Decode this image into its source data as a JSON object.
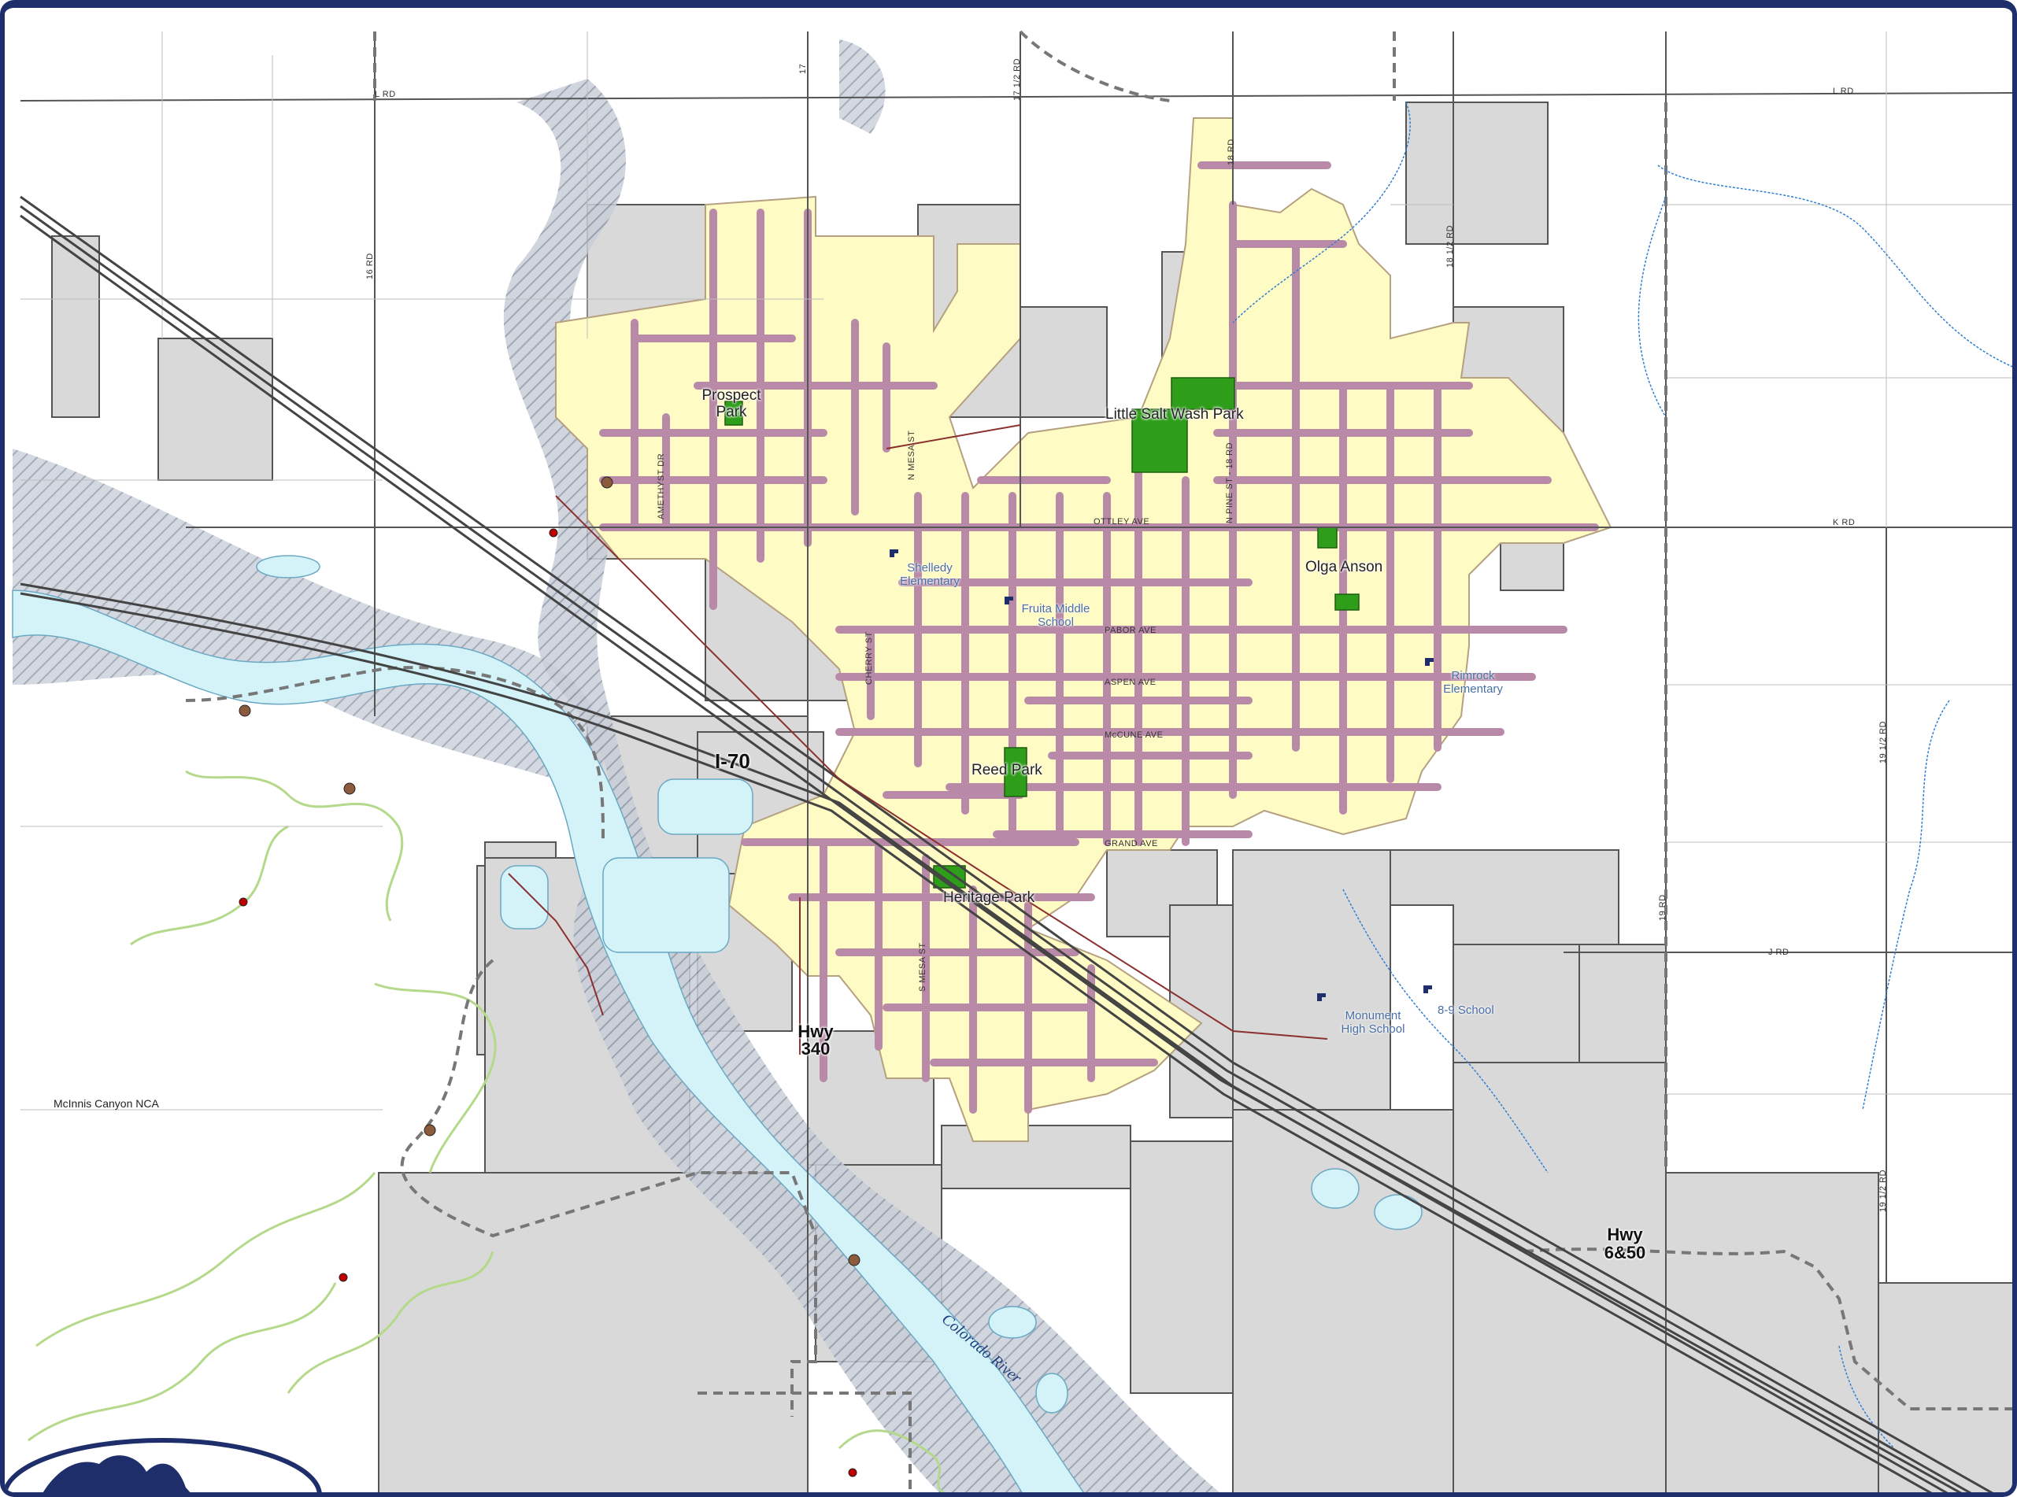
{
  "map": {
    "colors": {
      "background": "#ffffff",
      "county_gray": "#d9d9d9",
      "city_yellow": "#fffbc4",
      "street_purple": "#b98aa8",
      "park_green": "#2e9e1a",
      "river_blue": "#d4f3f9",
      "trail_green": "#b5d98a",
      "frame_navy": "#1d2e6b",
      "stream_blue": "#2f7fd1"
    },
    "road_labels": {
      "l_rd_west": "L RD",
      "l_rd_east": "L RD",
      "k_rd": "K RD",
      "j_rd": "J RD",
      "rd_16": "16 RD",
      "rd_17": "17",
      "rd_17_half": "17 1/2 RD",
      "rd_18_north": "18 RD",
      "rd_18_half": "18 1/2 RD",
      "rd_19": "19 RD",
      "rd_19_half_n": "19 1/2 RD",
      "rd_19_half_s": "19 1/2 RD",
      "amethyst": "AMETHYST DR",
      "n_mesa": "N MESA ST",
      "n_pine": "N PINE ST - 18 RD",
      "ottley": "OTTLEY AVE",
      "pabor": "PABOR AVE",
      "aspen": "ASPEN AVE",
      "mccune": "McCUNE AVE",
      "grand": "GRAND AVE",
      "cherry": "CHERRY ST",
      "s_mesa": "S MESA ST"
    },
    "parks": {
      "prospect": "Prospect Park",
      "little_salt": "Little Salt Wash Park",
      "olga": "Olga Anson",
      "reed": "Reed Park",
      "heritage": "Heritage Park"
    },
    "schools": {
      "shelledy": "Shelledy Elementary",
      "fruita_middle": "Fruita Middle School",
      "rimrock": "Rimrock Elementary",
      "monument": "Monument High School",
      "eight_nine": "8-9 School"
    },
    "highways": {
      "i70": "I-70",
      "hwy340_a": "Hwy",
      "hwy340_b": "340",
      "hwy650_a": "Hwy",
      "hwy650_b": "6&50"
    },
    "area_labels": {
      "mcinnis": "McInnis Canyon NCA",
      "colorado_river": "Colorado River"
    }
  }
}
